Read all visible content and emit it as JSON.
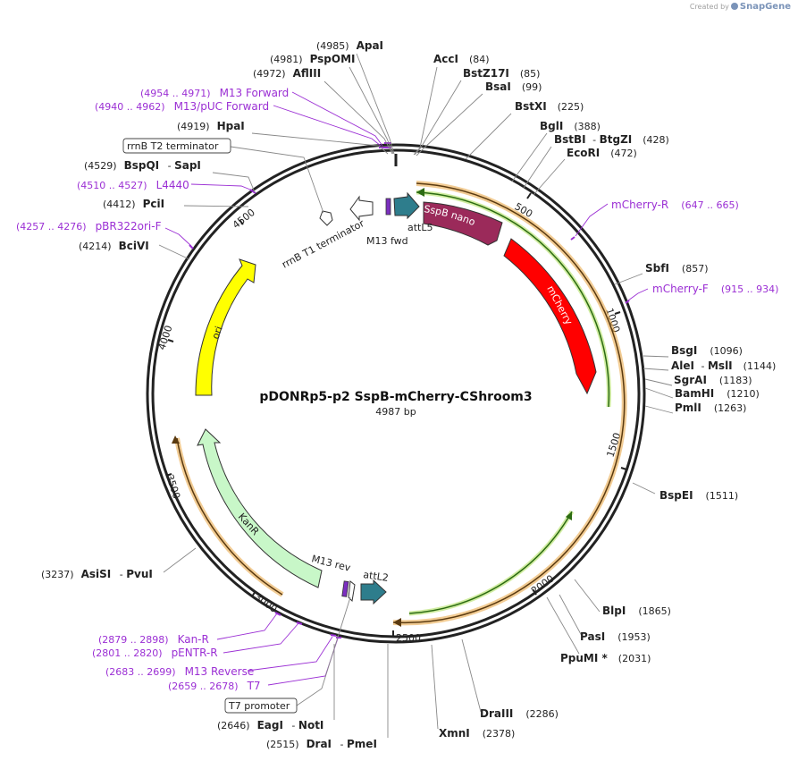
{
  "brand": {
    "created_by": "Created by",
    "name": "SnapGene"
  },
  "map": {
    "title": "pDONRp5-p2 SspB-mCherry-CShroom3",
    "length": "4987 bp",
    "tick_labels": [
      "500",
      "1000",
      "1500",
      "2000",
      "2500",
      "3000",
      "3500",
      "4000",
      "4500"
    ]
  },
  "enzymes": [
    {
      "name": "ApaI",
      "pos": "(4985)"
    },
    {
      "name": "PspOMI",
      "pos": "(4981)"
    },
    {
      "name": "AflIII",
      "pos": "(4972)"
    },
    {
      "name": "HpaI",
      "pos": "(4919)"
    },
    {
      "name": "BspQI",
      "name2": "SapI",
      "pos": "(4529)"
    },
    {
      "name": "PciI",
      "pos": "(4412)"
    },
    {
      "name": "BciVI",
      "pos": "(4214)"
    },
    {
      "name": "AccI",
      "pos": "(84)"
    },
    {
      "name": "BstZ17I",
      "pos": "(85)"
    },
    {
      "name": "BsaI",
      "pos": "(99)"
    },
    {
      "name": "BstXI",
      "pos": "(225)"
    },
    {
      "name": "BglI",
      "pos": "(388)"
    },
    {
      "name": "BstBI",
      "name2": "BtgZI",
      "pos": "(428)"
    },
    {
      "name": "EcoRI",
      "pos": "(472)"
    },
    {
      "name": "SbfI",
      "pos": "(857)"
    },
    {
      "name": "BsgI",
      "pos": "(1096)"
    },
    {
      "name": "AleI",
      "name2": "MslI",
      "pos": "(1144)"
    },
    {
      "name": "SgrAI",
      "pos": "(1183)"
    },
    {
      "name": "BamHI",
      "pos": "(1210)"
    },
    {
      "name": "PmlI",
      "pos": "(1263)"
    },
    {
      "name": "BspEI",
      "pos": "(1511)"
    },
    {
      "name": "BlpI",
      "pos": "(1865)"
    },
    {
      "name": "PasI",
      "pos": "(1953)"
    },
    {
      "name": "PpuMI *",
      "pos": "(2031)"
    },
    {
      "name": "DraIII",
      "pos": "(2286)"
    },
    {
      "name": "XmnI",
      "pos": "(2378)"
    },
    {
      "name": "DraI",
      "name2": "PmeI",
      "pos": "(2515)"
    },
    {
      "name": "EagI",
      "name2": "NotI",
      "pos": "(2646)"
    },
    {
      "name": "AsiSI",
      "name2": "PvuI",
      "pos": "(3237)"
    }
  ],
  "primers": [
    {
      "range": "(4954 .. 4971)",
      "name": "M13 Forward"
    },
    {
      "range": "(4940 .. 4962)",
      "name": "M13/pUC Forward"
    },
    {
      "range": "(4510 .. 4527)",
      "name": "L4440"
    },
    {
      "range": "(4257 .. 4276)",
      "name": "pBR322ori-F"
    },
    {
      "range": "(647 .. 665)",
      "name": "mCherry-R"
    },
    {
      "range": "(915 .. 934)",
      "name": "mCherry-F"
    },
    {
      "range": "(2879 .. 2898)",
      "name": "Kan-R"
    },
    {
      "range": "(2801 .. 2820)",
      "name": "pENTR-R"
    },
    {
      "range": "(2683 .. 2699)",
      "name": "M13 Reverse"
    },
    {
      "range": "(2659 .. 2678)",
      "name": "T7"
    }
  ],
  "boxed_features": [
    "rrnB T2 terminator",
    "T7 promoter"
  ],
  "features": {
    "sspb": "SspB nano",
    "mcherry": "mCherry",
    "ori": "ori",
    "kanr": "KanR",
    "attl5": "attL5",
    "m13fwd": "M13 fwd",
    "rrnb_t1": "rrnB T1 terminator",
    "m13rev": "M13 rev",
    "attl2": "attL2"
  },
  "colors": {
    "sspb": "#9b2a5a",
    "mcherry": "#ff0000",
    "ori": "#ffff00",
    "kanr": "#c8f7c8",
    "att": "#2e7d8c",
    "primer": "#9b2fd4",
    "orf_orange": "#e8a33d",
    "orf_green": "#5a9b2a"
  }
}
